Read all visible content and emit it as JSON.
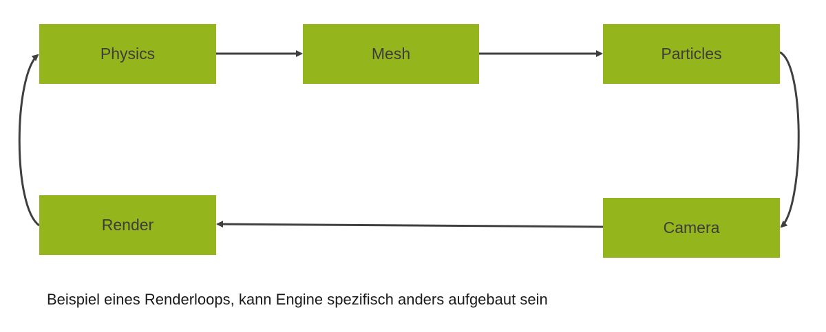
{
  "diagram": {
    "nodes": [
      {
        "id": "physics",
        "label": "Physics"
      },
      {
        "id": "mesh",
        "label": "Mesh"
      },
      {
        "id": "particles",
        "label": "Particles"
      },
      {
        "id": "camera",
        "label": "Camera"
      },
      {
        "id": "render",
        "label": "Render"
      }
    ],
    "edges": [
      {
        "from": "physics",
        "to": "mesh"
      },
      {
        "from": "mesh",
        "to": "particles"
      },
      {
        "from": "particles",
        "to": "camera"
      },
      {
        "from": "camera",
        "to": "render"
      },
      {
        "from": "render",
        "to": "physics"
      }
    ],
    "node_color": "#95b51c",
    "arrow_color": "#3f3f3f"
  },
  "caption": "Beispiel eines Renderloops, kann Engine spezifisch anders aufgebaut sein"
}
